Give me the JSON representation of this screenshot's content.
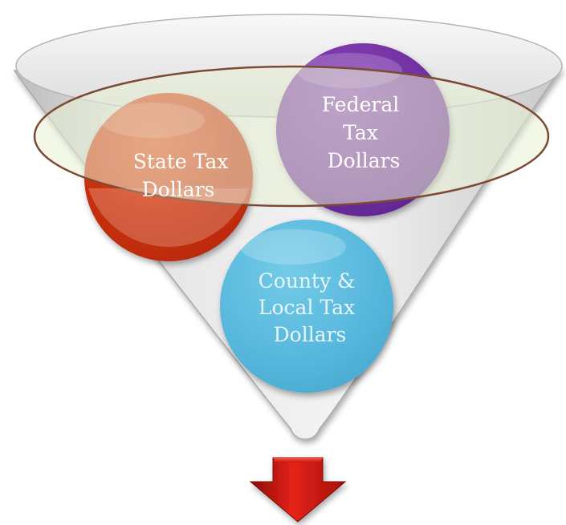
{
  "diagram": {
    "type": "funnel",
    "circles": [
      {
        "id": "state",
        "lines": [
          "State Tax",
          "Dollars"
        ],
        "color": "#d9441f"
      },
      {
        "id": "federal",
        "lines": [
          "Federal",
          "Tax",
          "Dollars"
        ],
        "color": "#7a35a6"
      },
      {
        "id": "county",
        "lines": [
          "County &",
          "Local Tax",
          "Dollars"
        ],
        "color": "#5bbde0"
      }
    ],
    "arrow": {
      "direction": "down",
      "color": "#d11a14"
    }
  }
}
